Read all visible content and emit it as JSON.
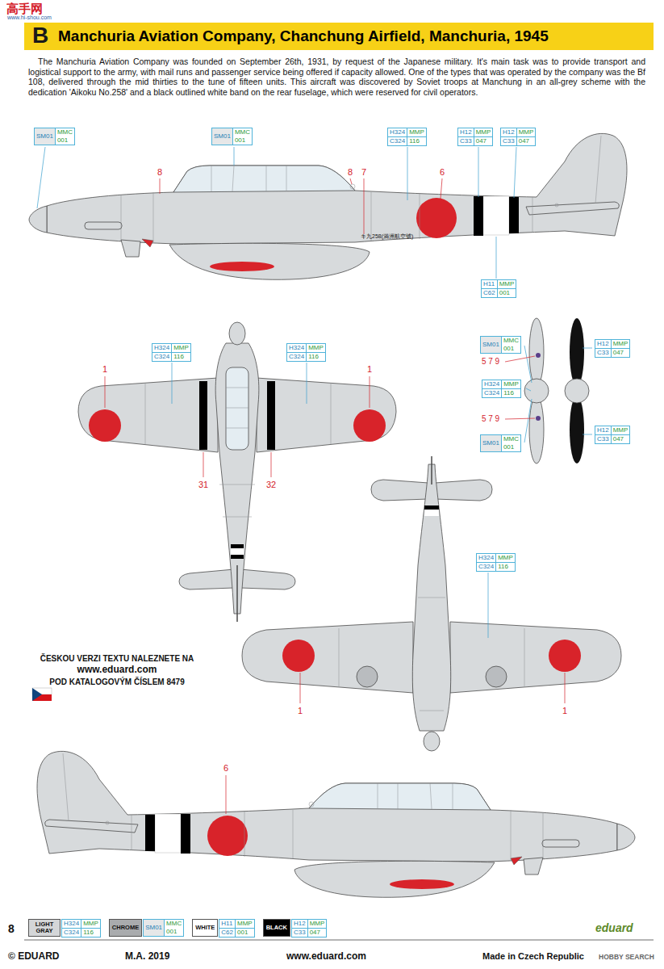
{
  "diagram": {
    "title": "Manchuria Aviation Company, Chanchung Airfield, Manchuria, 1945",
    "nodes": [
      {
        "text": [
          "SM01",
          "MMC",
          "001"
        ]
      },
      {
        "text": [
          "SM01",
          "MMC",
          "001"
        ]
      },
      {
        "text": [
          "H324",
          "MMP",
          "C324",
          "116"
        ]
      },
      {
        "text": [
          "H12",
          "MMP",
          "C33",
          "047"
        ]
      },
      {
        "text": [
          "H12",
          "MMP",
          "C33",
          "047"
        ]
      },
      {
        "text": [
          "H11",
          "MMP",
          "C62",
          "001"
        ]
      },
      {
        "text": [
          "H324",
          "MMP",
          "C324",
          "116"
        ]
      },
      {
        "text": [
          "H324",
          "MMP",
          "C324",
          "116"
        ]
      },
      {
        "text": [
          "SM01",
          "MMC",
          "001"
        ]
      },
      {
        "text": [
          "H324",
          "MMP",
          "C324",
          "116"
        ]
      },
      {
        "text": [
          "SM01",
          "MMC",
          "001"
        ]
      },
      {
        "text": [
          "H12",
          "MMP",
          "C33",
          "047"
        ]
      },
      {
        "text": [
          "H12",
          "MMP",
          "C33",
          "047"
        ]
      },
      {
        "text": [
          "H324",
          "MMP",
          "C324",
          "116"
        ]
      },
      {
        "text": [
          "H324",
          "MMP",
          "C324",
          "116"
        ]
      },
      {
        "text": [
          "SM01",
          "MMC",
          "001"
        ]
      },
      {
        "text": [
          "H11",
          "MMP",
          "C62",
          "001"
        ]
      },
      {
        "text": [
          "H12",
          "MMP",
          "C33",
          "047"
        ]
      }
    ],
    "labels": [
      "高手网",
      "www.hi-shou.com",
      "B",
      "The Manchuria Aviation Company was founded on September 26th, 1931, by request of the Japanese military. It's main task was to provide transport and logistical support to the army, with mail runs and passenger service being offered if capacity allowed. One of the types that was operated by the company was the Bf 108, delivered through the mid thirties to the tune of fifteen units. This aircraft was discovered by Soviet troops at Manchung in an all-grey scheme with the dedication 'Aikoku No.258' and a black outlined white band on the rear fuselage, which were reserved for civil operators.",
      "8",
      "8",
      "7",
      "6",
      "キ九258(満洲航空號)",
      "1",
      "1",
      "31",
      "32",
      "5 7 9",
      "5 7 9",
      "ČESKOU VERZI TEXTU NALEZNETE NA",
      "www.eduard.com",
      "POD KATALOGOVÝM ČÍSLEM 8479",
      "1",
      "1",
      "6",
      "8",
      "© EDUARD",
      "M.A. 2019",
      "www.eduard.com",
      "Made in Czech Republic",
      "eduard",
      "HOBBY SEARCH"
    ],
    "legend": [
      {
        "text": "LIGHT GRAY",
        "color": "#d4d6d8"
      },
      {
        "text": "CHROME",
        "color": "#a9abad"
      },
      {
        "text": "WHITE",
        "color": "#ffffff"
      },
      {
        "text": "BLACK",
        "color": "#000000"
      }
    ]
  }
}
